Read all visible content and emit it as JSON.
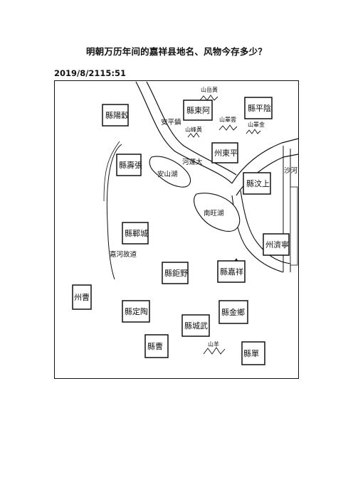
{
  "page": {
    "title": "明朝万历年间的嘉祥县地名、风物今存多少？",
    "date": "2019/8/2115:51"
  },
  "map": {
    "counties": [
      {
        "label": "縣陽穀"
      },
      {
        "label": "縣東阿"
      },
      {
        "label": "縣平陰"
      },
      {
        "label": "州東平"
      },
      {
        "label": "縣汶上"
      },
      {
        "label": "縣壽張"
      },
      {
        "label": "縣鄆城"
      },
      {
        "label": "州濟寧"
      },
      {
        "label": "縣鉅野"
      },
      {
        "label": "縣嘉祥"
      },
      {
        "label": "州曹"
      },
      {
        "label": "縣定陶"
      },
      {
        "label": "縣金鄉"
      },
      {
        "label": "縣城武"
      },
      {
        "label": "縣曹"
      },
      {
        "label": "縣單"
      }
    ],
    "features": {
      "anshan_zhen": "安平鎮",
      "yunhe": "河運大",
      "anshan_lake": "安山湖",
      "nanwang_lake": "南旺湖",
      "jiahe": "嘉河故道",
      "shanhe": "沙河",
      "mountain_1": "山岳黃",
      "mountain_2": "山睪雲",
      "mountain_3": "山峰黃",
      "mountain_4": "山睪金",
      "mountain_5": "山羊"
    }
  }
}
